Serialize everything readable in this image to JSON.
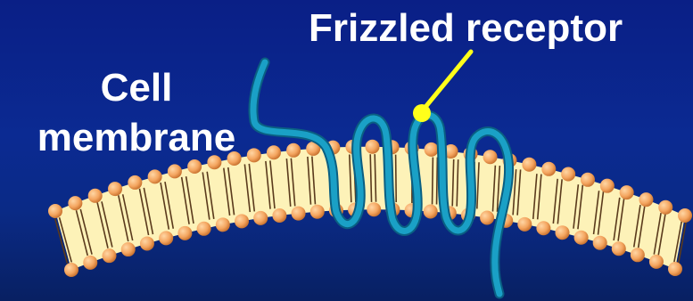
{
  "labels": {
    "receptor": "Frizzled receptor",
    "membrane_line1": "Cell",
    "membrane_line2": "membrane"
  },
  "colors": {
    "background": "#0b2a92",
    "membrane_fill": "#fdf2b8",
    "phospholipid_head": "#f4a55f",
    "lipid_tail": "#5a3a1c",
    "receptor_protein": "#1aa0c6",
    "pointer": "#ffff1a",
    "text": "#ffffff"
  }
}
